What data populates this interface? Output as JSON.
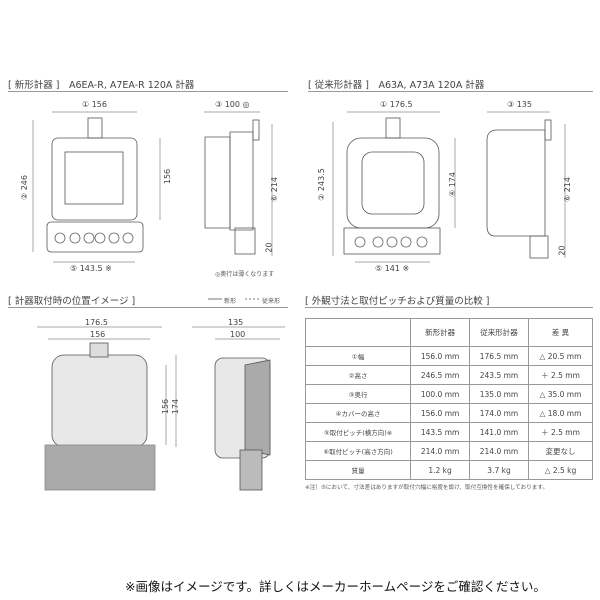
{
  "new_meter": {
    "title": "[ 新形計器 ]　A6EA-R, A7EA-R 120A 計器",
    "width": "① 156",
    "height": "② 246",
    "cover": "156",
    "depth": "③ 100 ◎",
    "pitch_v": "⑥ 214",
    "bottom": "20",
    "pitch_h": "⑤ 143.5 ※",
    "note": "◎奥行は薄くなります"
  },
  "old_meter": {
    "title": "[ 従来形計器 ]　A63A, A73A 120A 計器",
    "width": "① 176.5",
    "height": "② 243.5",
    "cover": "④ 174",
    "depth": "③ 135",
    "pitch_v": "⑥ 214",
    "bottom": "20",
    "pitch_h": "⑤ 141 ※"
  },
  "mount": {
    "title": "[ 計器取付時の位置イメージ ]",
    "legend_new": "新形",
    "legend_old": "従来形",
    "w1": "176.5",
    "w2": "156",
    "d1": "135",
    "d2": "100",
    "h1": "156",
    "h2": "174"
  },
  "compare": {
    "title": "[ 外観寸法と取付ピッチおよび質量の比較 ]",
    "headers": [
      "",
      "新形計器",
      "従来形計器",
      "差 異"
    ],
    "rows": [
      [
        "①幅",
        "156.0 mm",
        "176.5 mm",
        "△ 20.5 mm"
      ],
      [
        "②高さ",
        "246.5 mm",
        "243.5 mm",
        "＋ 2.5 mm"
      ],
      [
        "③奥行",
        "100.0 mm",
        "135.0 mm",
        "△ 35.0 mm"
      ],
      [
        "④カバーの高さ",
        "156.0 mm",
        "174.0 mm",
        "△ 18.0 mm"
      ],
      [
        "⑤取付ピッチ(横方向)※",
        "143.5 mm",
        "141.0 mm",
        "＋ 2.5 mm"
      ],
      [
        "⑥取付ピッチ(高さ方向)",
        "214.0 mm",
        "214.0 mm",
        "変更なし"
      ],
      [
        "質量",
        "1.2 kg",
        "3.7 kg",
        "△ 2.5 kg"
      ]
    ],
    "footnote": "※注）⑤において、寸法差はありますが取付穴幅に裕度を設け、取付互換性を確保しております。"
  },
  "disclaimer": "※画像はイメージです。詳しくはメーカーホームページをご確認ください。"
}
